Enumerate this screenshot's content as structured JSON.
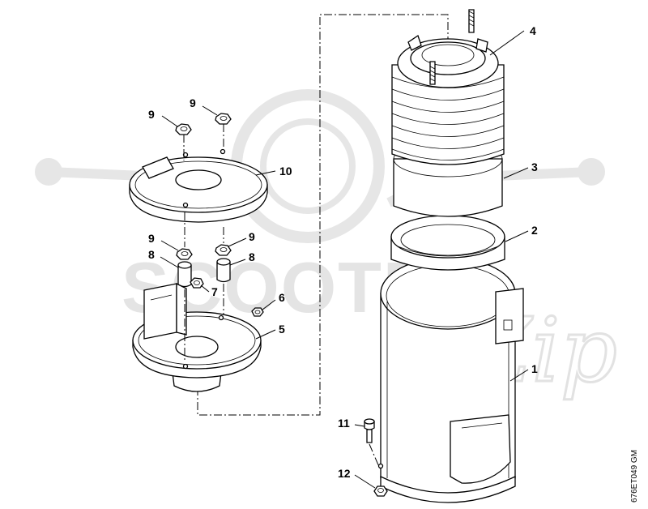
{
  "diagram": {
    "callouts": [
      {
        "id": "c1",
        "text": "1"
      },
      {
        "id": "c2",
        "text": "2"
      },
      {
        "id": "c3",
        "text": "3"
      },
      {
        "id": "c4",
        "text": "4"
      },
      {
        "id": "c5",
        "text": "5"
      },
      {
        "id": "c6",
        "text": "6"
      },
      {
        "id": "c7",
        "text": "7"
      },
      {
        "id": "c8a",
        "text": "8"
      },
      {
        "id": "c8b",
        "text": "8"
      },
      {
        "id": "c9a",
        "text": "9"
      },
      {
        "id": "c9b",
        "text": "9"
      },
      {
        "id": "c9c",
        "text": "9"
      },
      {
        "id": "c9d",
        "text": "9"
      },
      {
        "id": "c10",
        "text": "10"
      },
      {
        "id": "c11",
        "text": "11"
      },
      {
        "id": "c12",
        "text": "12"
      }
    ],
    "reference_code": "676ET049 GM"
  },
  "watermark": {
    "text": "SCOOTER",
    "script": "Zip"
  },
  "colors": {
    "line": "#000000",
    "background": "#ffffff",
    "watermark": "#e4e4e4"
  }
}
